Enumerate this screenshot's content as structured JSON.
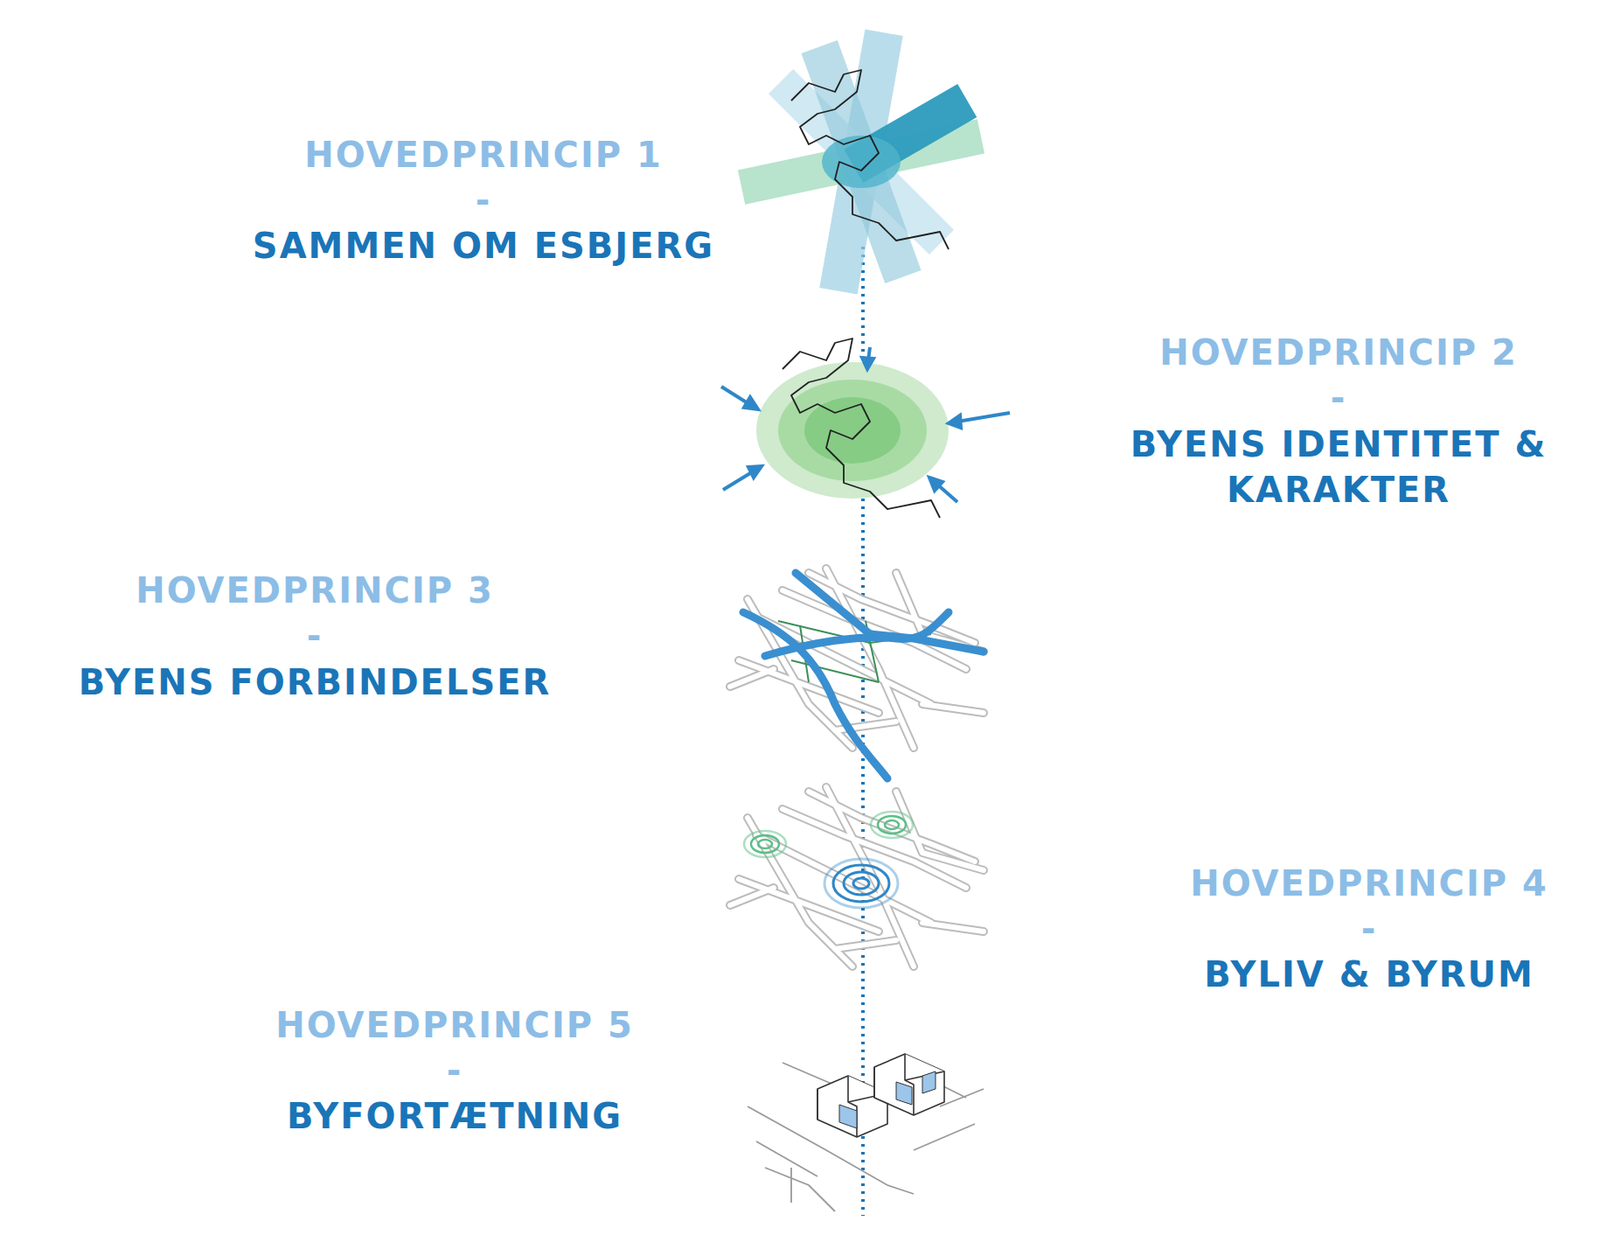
{
  "diagram": {
    "labels": [
      "HOVEDPRINCIP 1",
      "-",
      "SAMMEN OM ESBJERG",
      "HOVEDPRINCIP 2",
      "-",
      "BYENS IDENTITET & KARAKTER",
      "HOVEDPRINCIP 3",
      "-",
      "BYENS FORBINDELSER",
      "HOVEDPRINCIP 4",
      "-",
      "BYLIV & BYRUM",
      "HOVEDPRINCIP 5",
      "-",
      "BYFORTÆTNING"
    ]
  }
}
